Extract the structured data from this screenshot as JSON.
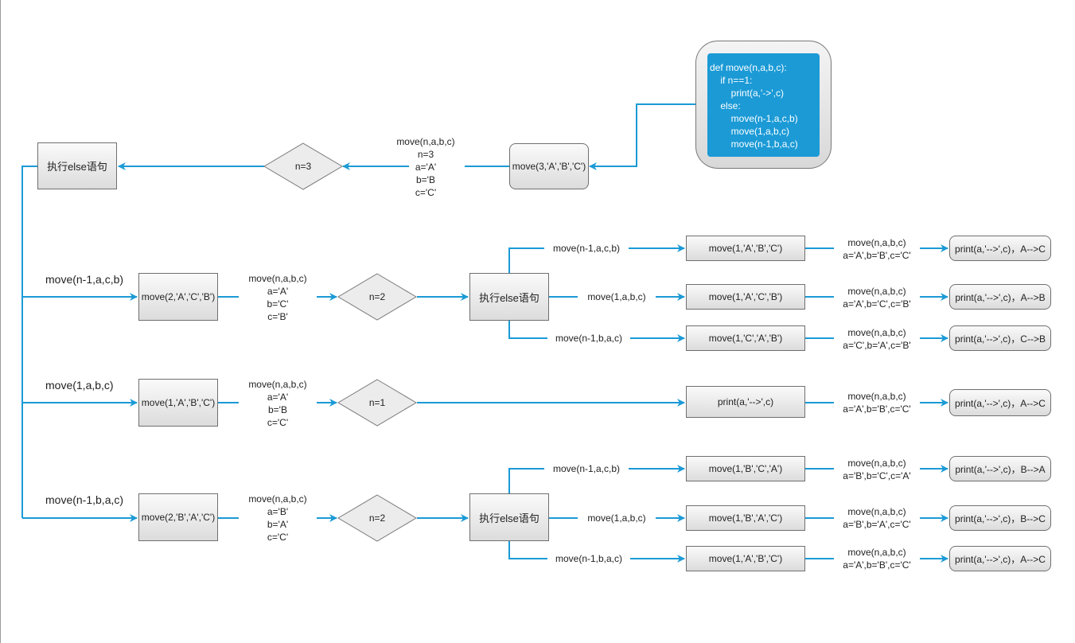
{
  "code_block": {
    "lines": [
      "def move(n,a,b,c):",
      "    if n==1:",
      "        print(a,'->',c)",
      "    else:",
      "        move(n-1,a,c,b)",
      "        move(1,a,b,c)",
      "        move(n-1,b,a,c)"
    ]
  },
  "top_row": {
    "start_call": "move(3,'A','B','C')",
    "params": [
      "move(n,a,b,c)",
      "n=3",
      "a='A'",
      "b='B",
      "c='C'"
    ],
    "decision": "n=3",
    "else_box": "执行else语句"
  },
  "branch_labels": [
    "move(n-1,a,c,b)",
    "move(1,a,b,c)",
    "move(n-1,b,a,c)"
  ],
  "row1": {
    "call": "move(2,'A','C','B')",
    "params": [
      "move(n,a,b,c)",
      "a='A'",
      "b='C'",
      "c='B'"
    ],
    "decision": "n=2",
    "else_box": "执行else语句",
    "subcalls": [
      {
        "edge": "move(n-1,a,c,b)",
        "call": "move(1,'A','B','C')",
        "params": [
          "move(n,a,b,c)",
          "a='A',b='B',c='C'"
        ],
        "result": "print(a,'-->',c)，A-->C"
      },
      {
        "edge": "move(1,a,b,c)",
        "call": "move(1,'A','C','B')",
        "params": [
          "move(n,a,b,c)",
          "a='A',b='C',c='B'"
        ],
        "result": "print(a,'-->',c)，A-->B"
      },
      {
        "edge": "move(n-1,b,a,c)",
        "call": "move(1,'C','A','B')",
        "params": [
          "move(n,a,b,c)",
          "a='C',b='A',c='B'"
        ],
        "result": "print(a,'-->',c)，C-->B"
      }
    ]
  },
  "row2": {
    "call": "move(1,'A','B','C')",
    "params": [
      "move(n,a,b,c)",
      "a='A'",
      "b='B",
      "c='C'"
    ],
    "decision": "n=1",
    "print_box": "print(a,'-->',c)",
    "print_params": [
      "move(n,a,b,c)",
      "a='A',b='B',c='C'"
    ],
    "result": "print(a,'-->',c)，A-->C"
  },
  "row3": {
    "call": "move(2,'B','A','C')",
    "params": [
      "move(n,a,b,c)",
      "a='B'",
      "b='A'",
      "c='C'"
    ],
    "decision": "n=2",
    "else_box": "执行else语句",
    "subcalls": [
      {
        "edge": "move(n-1,a,c,b)",
        "call": "move(1,'B','C','A')",
        "params": [
          "move(n,a,b,c)",
          "a='B',b='C',c='A'"
        ],
        "result": "print(a,'-->',c)，B-->A"
      },
      {
        "edge": "move(1,a,b,c)",
        "call": "move(1,'B','A','C')",
        "params": [
          "move(n,a,b,c)",
          "a='B',b='A',c='C'"
        ],
        "result": "print(a,'-->',c)，B-->C"
      },
      {
        "edge": "move(n-1,b,a,c)",
        "call": "move(1,'A','B','C')",
        "params": [
          "move(n,a,b,c)",
          "a='A',b='B',c='C'"
        ],
        "result": "print(a,'-->',c)，A-->C"
      }
    ]
  },
  "colors": {
    "connector": "#1b9ad6",
    "code_bg": "#1b9ad6",
    "node_border": "#6f6f6f"
  }
}
